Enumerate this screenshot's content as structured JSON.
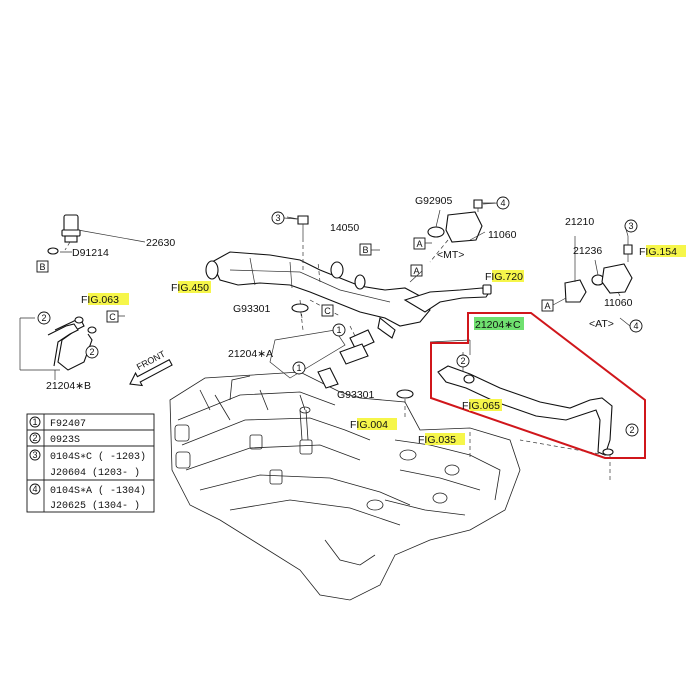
{
  "labels": {
    "p22630": "22630",
    "d91214": "D91214",
    "p14050": "14050",
    "g92905": "G92905",
    "p11060_mt": "11060",
    "mt": "<MT>",
    "p21210": "21210",
    "p21236": "21236",
    "p11060_at": "11060",
    "at": "<AT>",
    "g93301_a": "G93301",
    "g93301_b": "G93301",
    "p21204a": "21204∗A",
    "p21204b": "21204∗B",
    "p21204c": "21204∗C",
    "fig450_a": "F",
    "fig450_b": "IG.45",
    "fig450_c": "0",
    "fig063_a": "F",
    "fig063_b": "IG.063",
    "fig720_a": "F",
    "fig720_b": "IG.72",
    "fig720_c": "0",
    "fig154_a": "F",
    "fig154_b": "IG.154",
    "fig065_a": "F",
    "fig065_b": "IG.06",
    "fig065_c": "5",
    "fig004_a": "F",
    "fig004_b": "IG.004",
    "fig035_a": "F",
    "fig035_b": "IG.035",
    "front": "FRONT"
  },
  "refs": {
    "A": "A",
    "B": "B",
    "C": "C",
    "n1": "1",
    "n2": "2",
    "n3": "3",
    "n4": "4"
  },
  "legend": [
    {
      "num": "1",
      "lines": [
        "F92407"
      ]
    },
    {
      "num": "2",
      "lines": [
        "0923S"
      ]
    },
    {
      "num": "3",
      "lines": [
        "0104S∗C ( -1203)",
        "J20604 (1203- )"
      ]
    },
    {
      "num": "4",
      "lines": [
        "0104S∗A ( -1304)",
        "J20625 (1304- )"
      ]
    }
  ],
  "colors": {
    "highlight_yellow": "#f6f64a",
    "highlight_green": "#6fe06f",
    "callout_red": "#d0161b"
  }
}
